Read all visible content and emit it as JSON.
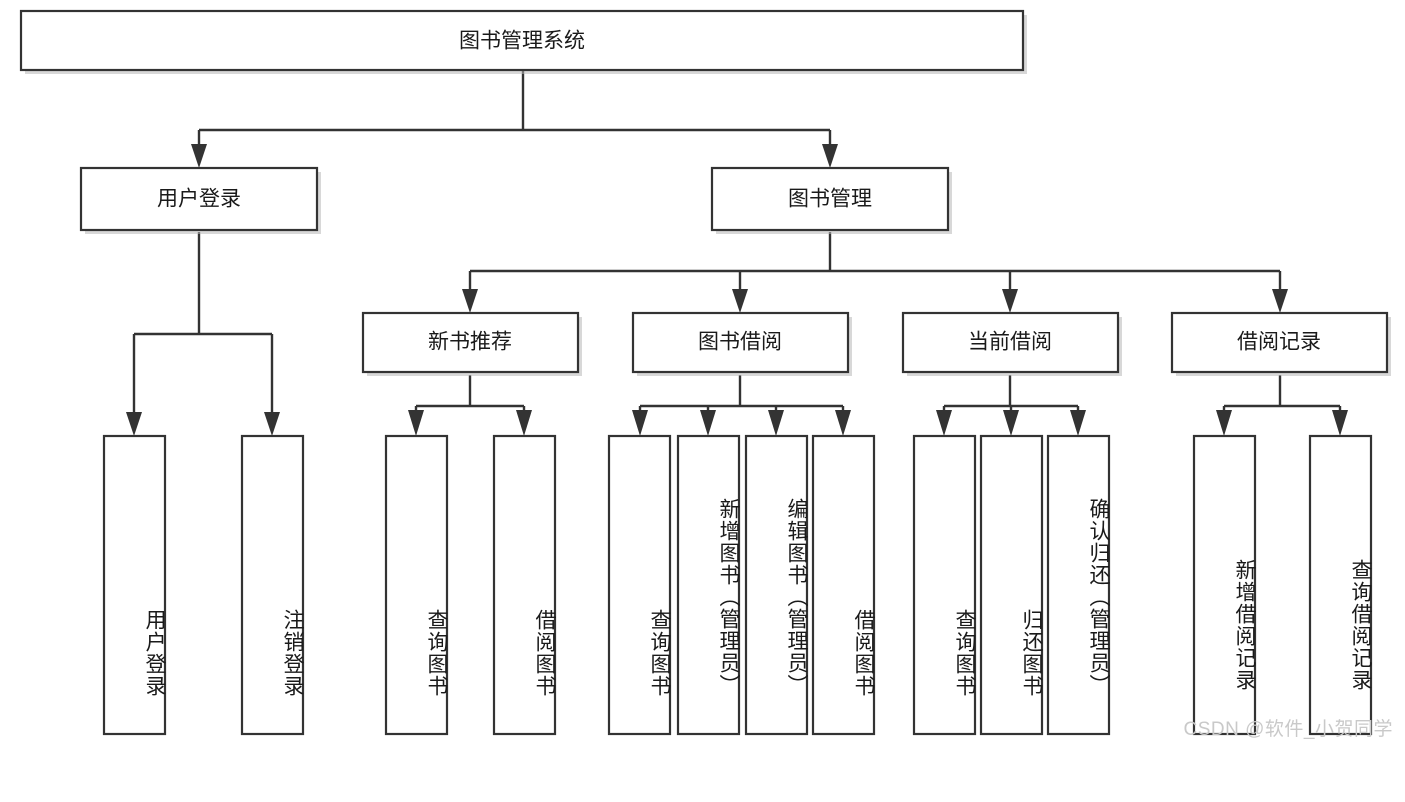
{
  "diagram": {
    "title_node": {
      "label": "图书管理系统"
    },
    "level2": [
      {
        "id": "user-login",
        "label": "用户登录"
      },
      {
        "id": "book-manage",
        "label": "图书管理"
      }
    ],
    "level3": [
      {
        "id": "new-book-recommend",
        "label": "新书推荐"
      },
      {
        "id": "book-borrow",
        "label": "图书借阅"
      },
      {
        "id": "current-borrow",
        "label": "当前借阅"
      },
      {
        "id": "borrow-record",
        "label": "借阅记录"
      }
    ],
    "leaves": [
      {
        "id": "leaf-user-login",
        "label": "用户登录",
        "parent": "user-login"
      },
      {
        "id": "leaf-logout-login",
        "label": "注销登录",
        "parent": "user-login"
      },
      {
        "id": "leaf-query-book-1",
        "label": "查询图书",
        "parent": "new-book-recommend"
      },
      {
        "id": "leaf-borrow-book-1",
        "label": "借阅图书",
        "parent": "new-book-recommend"
      },
      {
        "id": "leaf-query-book-2",
        "label": "查询图书",
        "parent": "book-borrow"
      },
      {
        "id": "leaf-add-book",
        "label": "新增图书（管理员）",
        "parent": "book-borrow"
      },
      {
        "id": "leaf-edit-book",
        "label": "编辑图书（管理员）",
        "parent": "book-borrow"
      },
      {
        "id": "leaf-borrow-book-2",
        "label": "借阅图书",
        "parent": "book-borrow"
      },
      {
        "id": "leaf-query-book-3",
        "label": "查询图书",
        "parent": "current-borrow"
      },
      {
        "id": "leaf-return-book",
        "label": "归还图书",
        "parent": "current-borrow"
      },
      {
        "id": "leaf-confirm-return",
        "label": "确认归还（管理员）",
        "parent": "current-borrow"
      },
      {
        "id": "leaf-add-record",
        "label": "新增借阅记录",
        "parent": "borrow-record"
      },
      {
        "id": "leaf-query-record",
        "label": "查询借阅记录",
        "parent": "borrow-record"
      }
    ],
    "watermark": "CSDN @软件_小贺同学",
    "colors": {
      "stroke": "#333333",
      "fill": "#ffffff",
      "text": "#1a1a1a",
      "watermark": "#c9c9c9",
      "background": "#ffffff"
    }
  }
}
